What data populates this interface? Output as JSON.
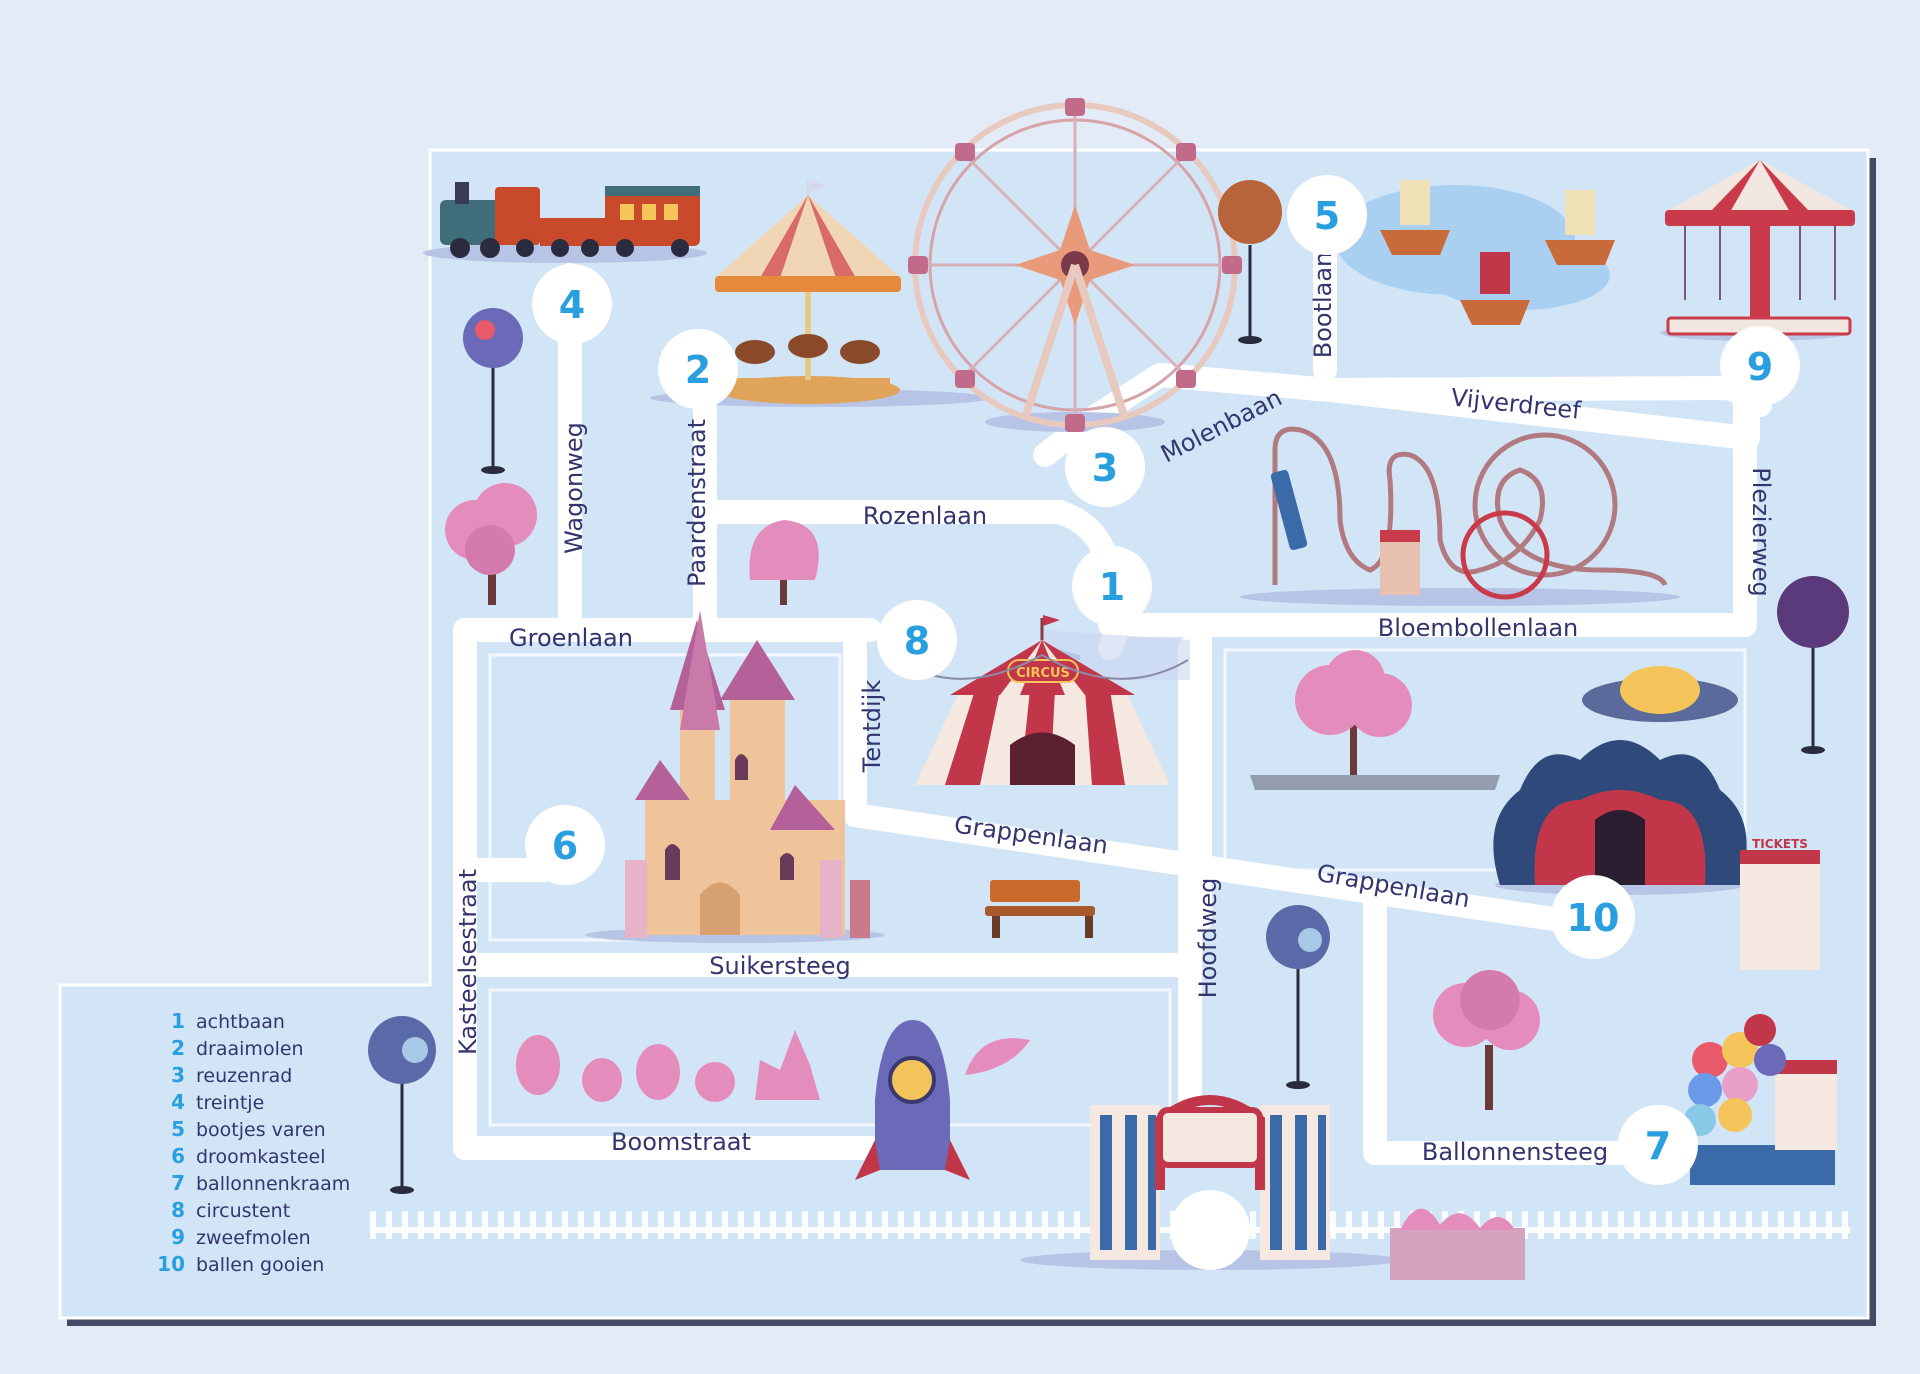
{
  "streets": {
    "wagonweg": "Wagonweg",
    "paardenstraat": "Paardenstraat",
    "rozenlaan": "Rozenlaan",
    "molenbaan": "Molenbaan",
    "bootlaan": "Bootlaan",
    "vijverdreef": "Vijverdreef",
    "plezierweg": "Plezierweg",
    "groenlaan": "Groenlaan",
    "tentdijk": "Tentdijk",
    "bloembollenlaan": "Bloembollenlaan",
    "grappenlaan_1": "Grappenlaan",
    "grappenlaan_2": "Grappenlaan",
    "kasteelsestraat": "Kasteelsestraat",
    "suikersteeg": "Suikersteeg",
    "hoofdweg": "Hoofdweg",
    "boomstraat": "Boomstraat",
    "ballonnensteeg": "Ballonnensteeg"
  },
  "markers": {
    "m1": "1",
    "m2": "2",
    "m3": "3",
    "m4": "4",
    "m5": "5",
    "m6": "6",
    "m7": "7",
    "m8": "8",
    "m9": "9",
    "m10": "10"
  },
  "legend": [
    {
      "num": "1",
      "label": "achtbaan"
    },
    {
      "num": "2",
      "label": "draaimolen"
    },
    {
      "num": "3",
      "label": "reuzenrad"
    },
    {
      "num": "4",
      "label": "treintje"
    },
    {
      "num": "5",
      "label": "bootjes varen"
    },
    {
      "num": "6",
      "label": "droomkasteel"
    },
    {
      "num": "7",
      "label": "ballonnenkraam"
    },
    {
      "num": "8",
      "label": "circustent"
    },
    {
      "num": "9",
      "label": "zweefmolen"
    },
    {
      "num": "10",
      "label": "ballen gooien"
    }
  ],
  "signs": {
    "circus": "CIRCUS",
    "tickets": "TICKETS"
  },
  "colors": {
    "background": "#e3ebf7",
    "map": "#d2e5f7",
    "road": "#ffffff",
    "text": "#34356e",
    "marker": "#2a9fe0",
    "pink": "#e48dbc"
  }
}
